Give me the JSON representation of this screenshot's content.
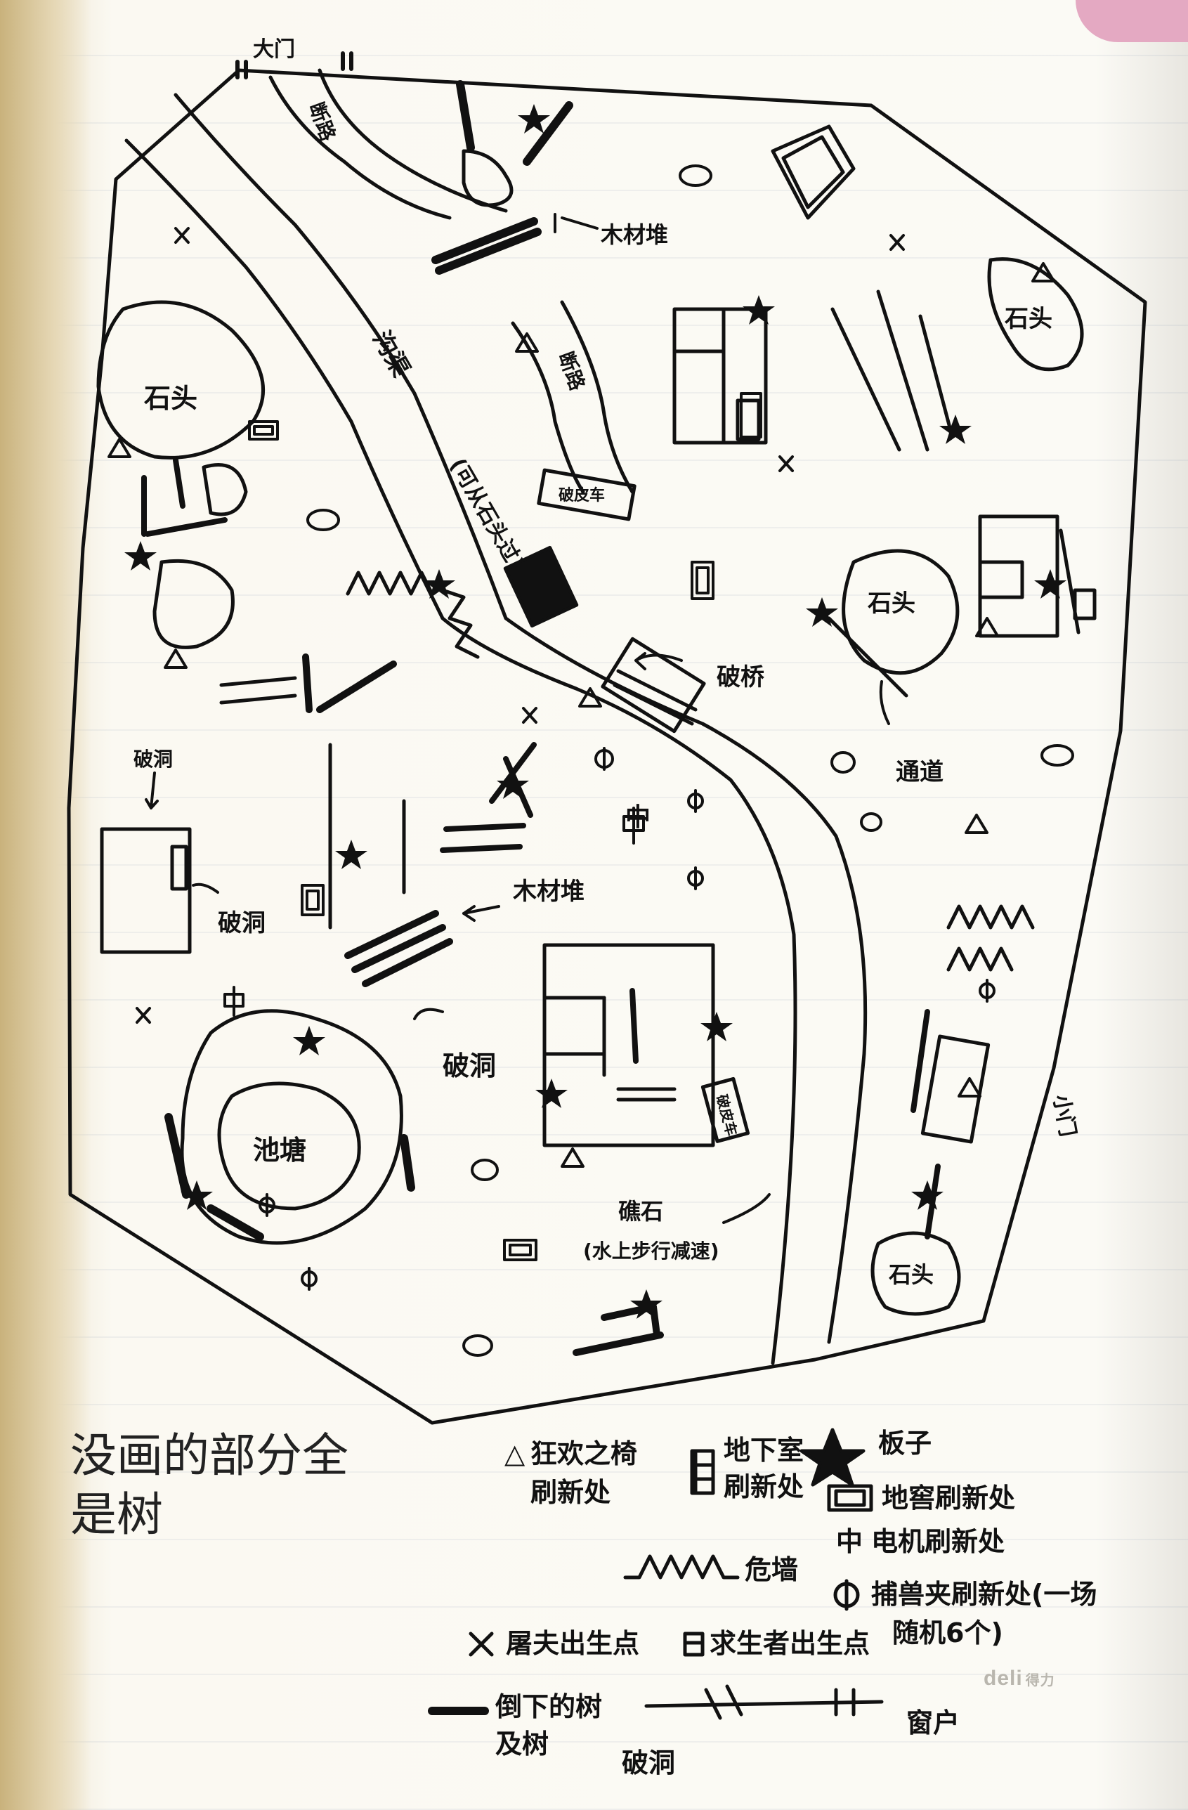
{
  "map": {
    "labels": {
      "main_gate": "大门",
      "broken_road_top": "断路",
      "broken_road_mid": "断路",
      "lumber_pile_top": "木材堆",
      "rock_left": "石头",
      "rock_right_top": "石头",
      "rock_center_right": "石头",
      "rock_bottom_right": "石头",
      "ditch": "沟渠",
      "bridge_note": "(可从石头过)",
      "broken_car": "破皮车",
      "broken_bridge": "破桥",
      "passage": "通道",
      "hole_left": "破洞",
      "hole_house": "破洞",
      "hole_center": "破洞",
      "lumber_pile_mid": "木材堆",
      "middle": "中",
      "pond": "池塘",
      "small_gate": "小门",
      "stepping_stones": "礁石",
      "stepping_stones_note": "(水上步行减速)",
      "broken_car_2": "破皮车"
    }
  },
  "note": {
    "line1": "没画的部分全",
    "line2": "是树"
  },
  "legend": {
    "chair_symbol": "△",
    "chair_label_1": "狂欢之椅",
    "chair_label_2": "刷新处",
    "basement_label_1": "地下室",
    "basement_label_2": "刷新处",
    "pallet_label": "板子",
    "cellar_label": "地窖刷新处",
    "generator_symbol": "中",
    "generator_label": "电机刷新处",
    "wall_label": "危墙",
    "trap_label_1": "捕兽夹刷新处(一场",
    "trap_label_2": "随机6个)",
    "killer_symbol": "X",
    "killer_label": "屠夫出生点",
    "survivor_label": "求生者出生点",
    "fallen_tree_label_1": "倒下的树",
    "fallen_tree_label_2": "及树",
    "window_label": "窗户",
    "hole_label": "破洞"
  },
  "brand": {
    "logo": "deli",
    "name": "得力"
  },
  "colors": {
    "ink": "#111111",
    "paper": "#fbfaf5",
    "ruled_line": "#a8b4c6",
    "binding": "#c9b27c",
    "corner": "#e4a9c2"
  }
}
